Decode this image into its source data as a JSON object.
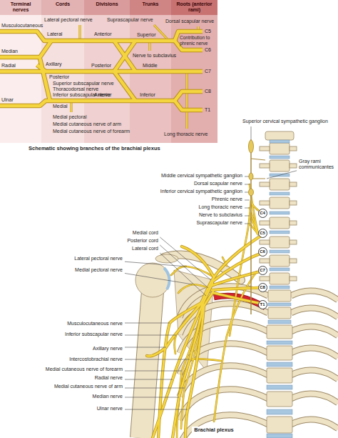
{
  "diagram": {
    "caption": "Brachial plexus",
    "nodes": [
      {
        "text": [
          "Terminal nerves"
        ]
      },
      {
        "text": [
          "Cords"
        ]
      },
      {
        "text": [
          "Divisions"
        ]
      },
      {
        "text": [
          "Trunks"
        ]
      },
      {
        "text": [
          "Roots (anterior rami)"
        ]
      },
      {
        "text": [
          "C4"
        ]
      },
      {
        "text": [
          "C5"
        ]
      },
      {
        "text": [
          "C6"
        ]
      },
      {
        "text": [
          "C7"
        ]
      },
      {
        "text": [
          "C8"
        ]
      },
      {
        "text": [
          "T1"
        ]
      }
    ],
    "labels": [
      "Musculocutaneous",
      "Lateral pectoral nerve",
      "Suprascapular nerve",
      "Dorsal scapular nerve",
      "C5",
      "Contribution to phrenic nerve",
      "Lateral",
      "Anterior",
      "Superior",
      "Median",
      "C6",
      "Nerve to subclavius",
      "Axillary",
      "Radial",
      "Posterior",
      "Middle",
      "C7",
      "Posterior",
      "Superior subscapular nerve",
      "Thoracodorsal nerve",
      "Inferior subscapular nerve",
      "C8",
      "Anterior",
      "Inferior",
      "Ulnar",
      "T1",
      "Medial",
      "Medial pectoral",
      "Medial cutaneous nerve of arm",
      "Medial cutaneous nerve of forearm",
      "Long thoracic nerve",
      "Schematic showing branches of the brachial plexus",
      "Superior cervical sympathetic ganglion",
      "Gray rami communicantes",
      "Middle cervical sympathetic ganglion",
      "Dorsal scapular nerve",
      "Inferior cervical sympathetic ganglion",
      "Phrenic nerve",
      "Long thoracic nerve",
      "Nerve to subclavius",
      "Suprascapular nerve",
      "Medial cord",
      "Posterior cord",
      "Lateral cord",
      "Lateral pectoral nerve",
      "Medial pectoral nerve",
      "Musculocutaneous nerve",
      "Inferior subscapular nerve",
      "Axillary nerve",
      "Intercostobrachial nerve",
      "Medial cutaneous nerve of forearm",
      "Radial nerve",
      "Medial cutaneous nerve of arm",
      "Median nerve",
      "Ulnar nerve"
    ]
  }
}
